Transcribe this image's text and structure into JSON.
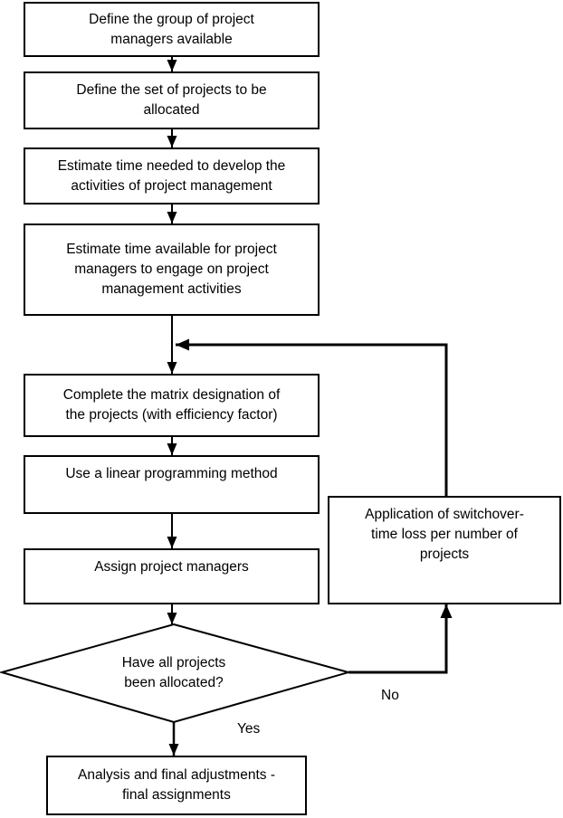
{
  "flowchart": {
    "nodes": [
      {
        "id": "define-managers",
        "type": "process",
        "label": "Define the group of project\nmanagers available"
      },
      {
        "id": "define-projects",
        "type": "process",
        "label": "Define the set of projects to be\nallocated"
      },
      {
        "id": "estimate-time-needed",
        "type": "process",
        "label": "Estimate time needed to develop the\nactivities of project management"
      },
      {
        "id": "estimate-time-available",
        "type": "process",
        "label": "Estimate time available for project\nmanagers to engage on project\nmanagement activities"
      },
      {
        "id": "complete-matrix",
        "type": "process",
        "label": "Complete the matrix designation of\nthe projects (with efficiency factor)"
      },
      {
        "id": "linear-programming",
        "type": "process",
        "label": "Use a linear programming method"
      },
      {
        "id": "assign-managers",
        "type": "process",
        "label": "Assign project managers"
      },
      {
        "id": "all-allocated",
        "type": "decision",
        "label": "Have all projects\nbeen allocated?"
      },
      {
        "id": "switchover-loss",
        "type": "process",
        "label": "Application of switchover-\ntime loss per number of\nprojects"
      },
      {
        "id": "final-analysis",
        "type": "process",
        "label": "Analysis and final adjustments -\nfinal assignments"
      }
    ],
    "edge_labels": {
      "yes": "Yes",
      "no": "No"
    },
    "colors": {
      "stroke": "#000000",
      "fill": "#ffffff",
      "text": "#000000"
    }
  }
}
